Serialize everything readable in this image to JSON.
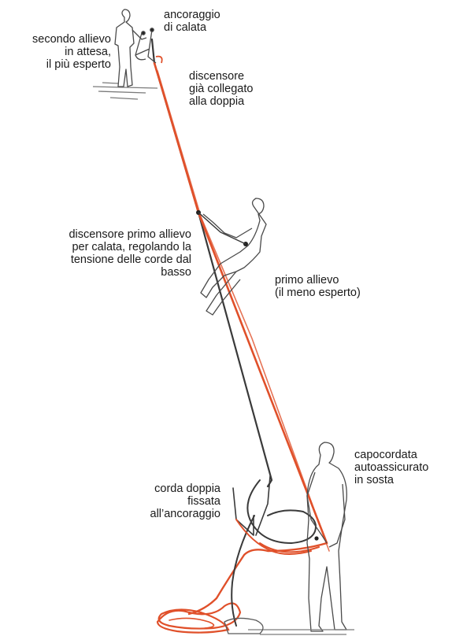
{
  "labels": {
    "anchor": [
      "ancoraggio",
      "di calata"
    ],
    "second_student": [
      "secondo allievo",
      "in attesa,",
      "il più esperto"
    ],
    "descender_connected": [
      "discensore",
      "già collegato",
      "alla doppia"
    ],
    "descender_first": [
      "discensore primo allievo",
      "per calata, regolando la",
      "tensione delle corde dal",
      "basso"
    ],
    "first_student": [
      "primo allievo",
      "(il meno esperto)"
    ],
    "leader": [
      "capocordata",
      "autoassicurato",
      "in sosta"
    ],
    "double_rope": [
      "corda doppia",
      "fissata",
      "all’ancoraggio"
    ]
  },
  "colors": {
    "rope_red": "#e0502a",
    "rope_dark": "#3a3a3a",
    "figure_outline": "#4a4a4a",
    "text": "#1a1a1a"
  }
}
